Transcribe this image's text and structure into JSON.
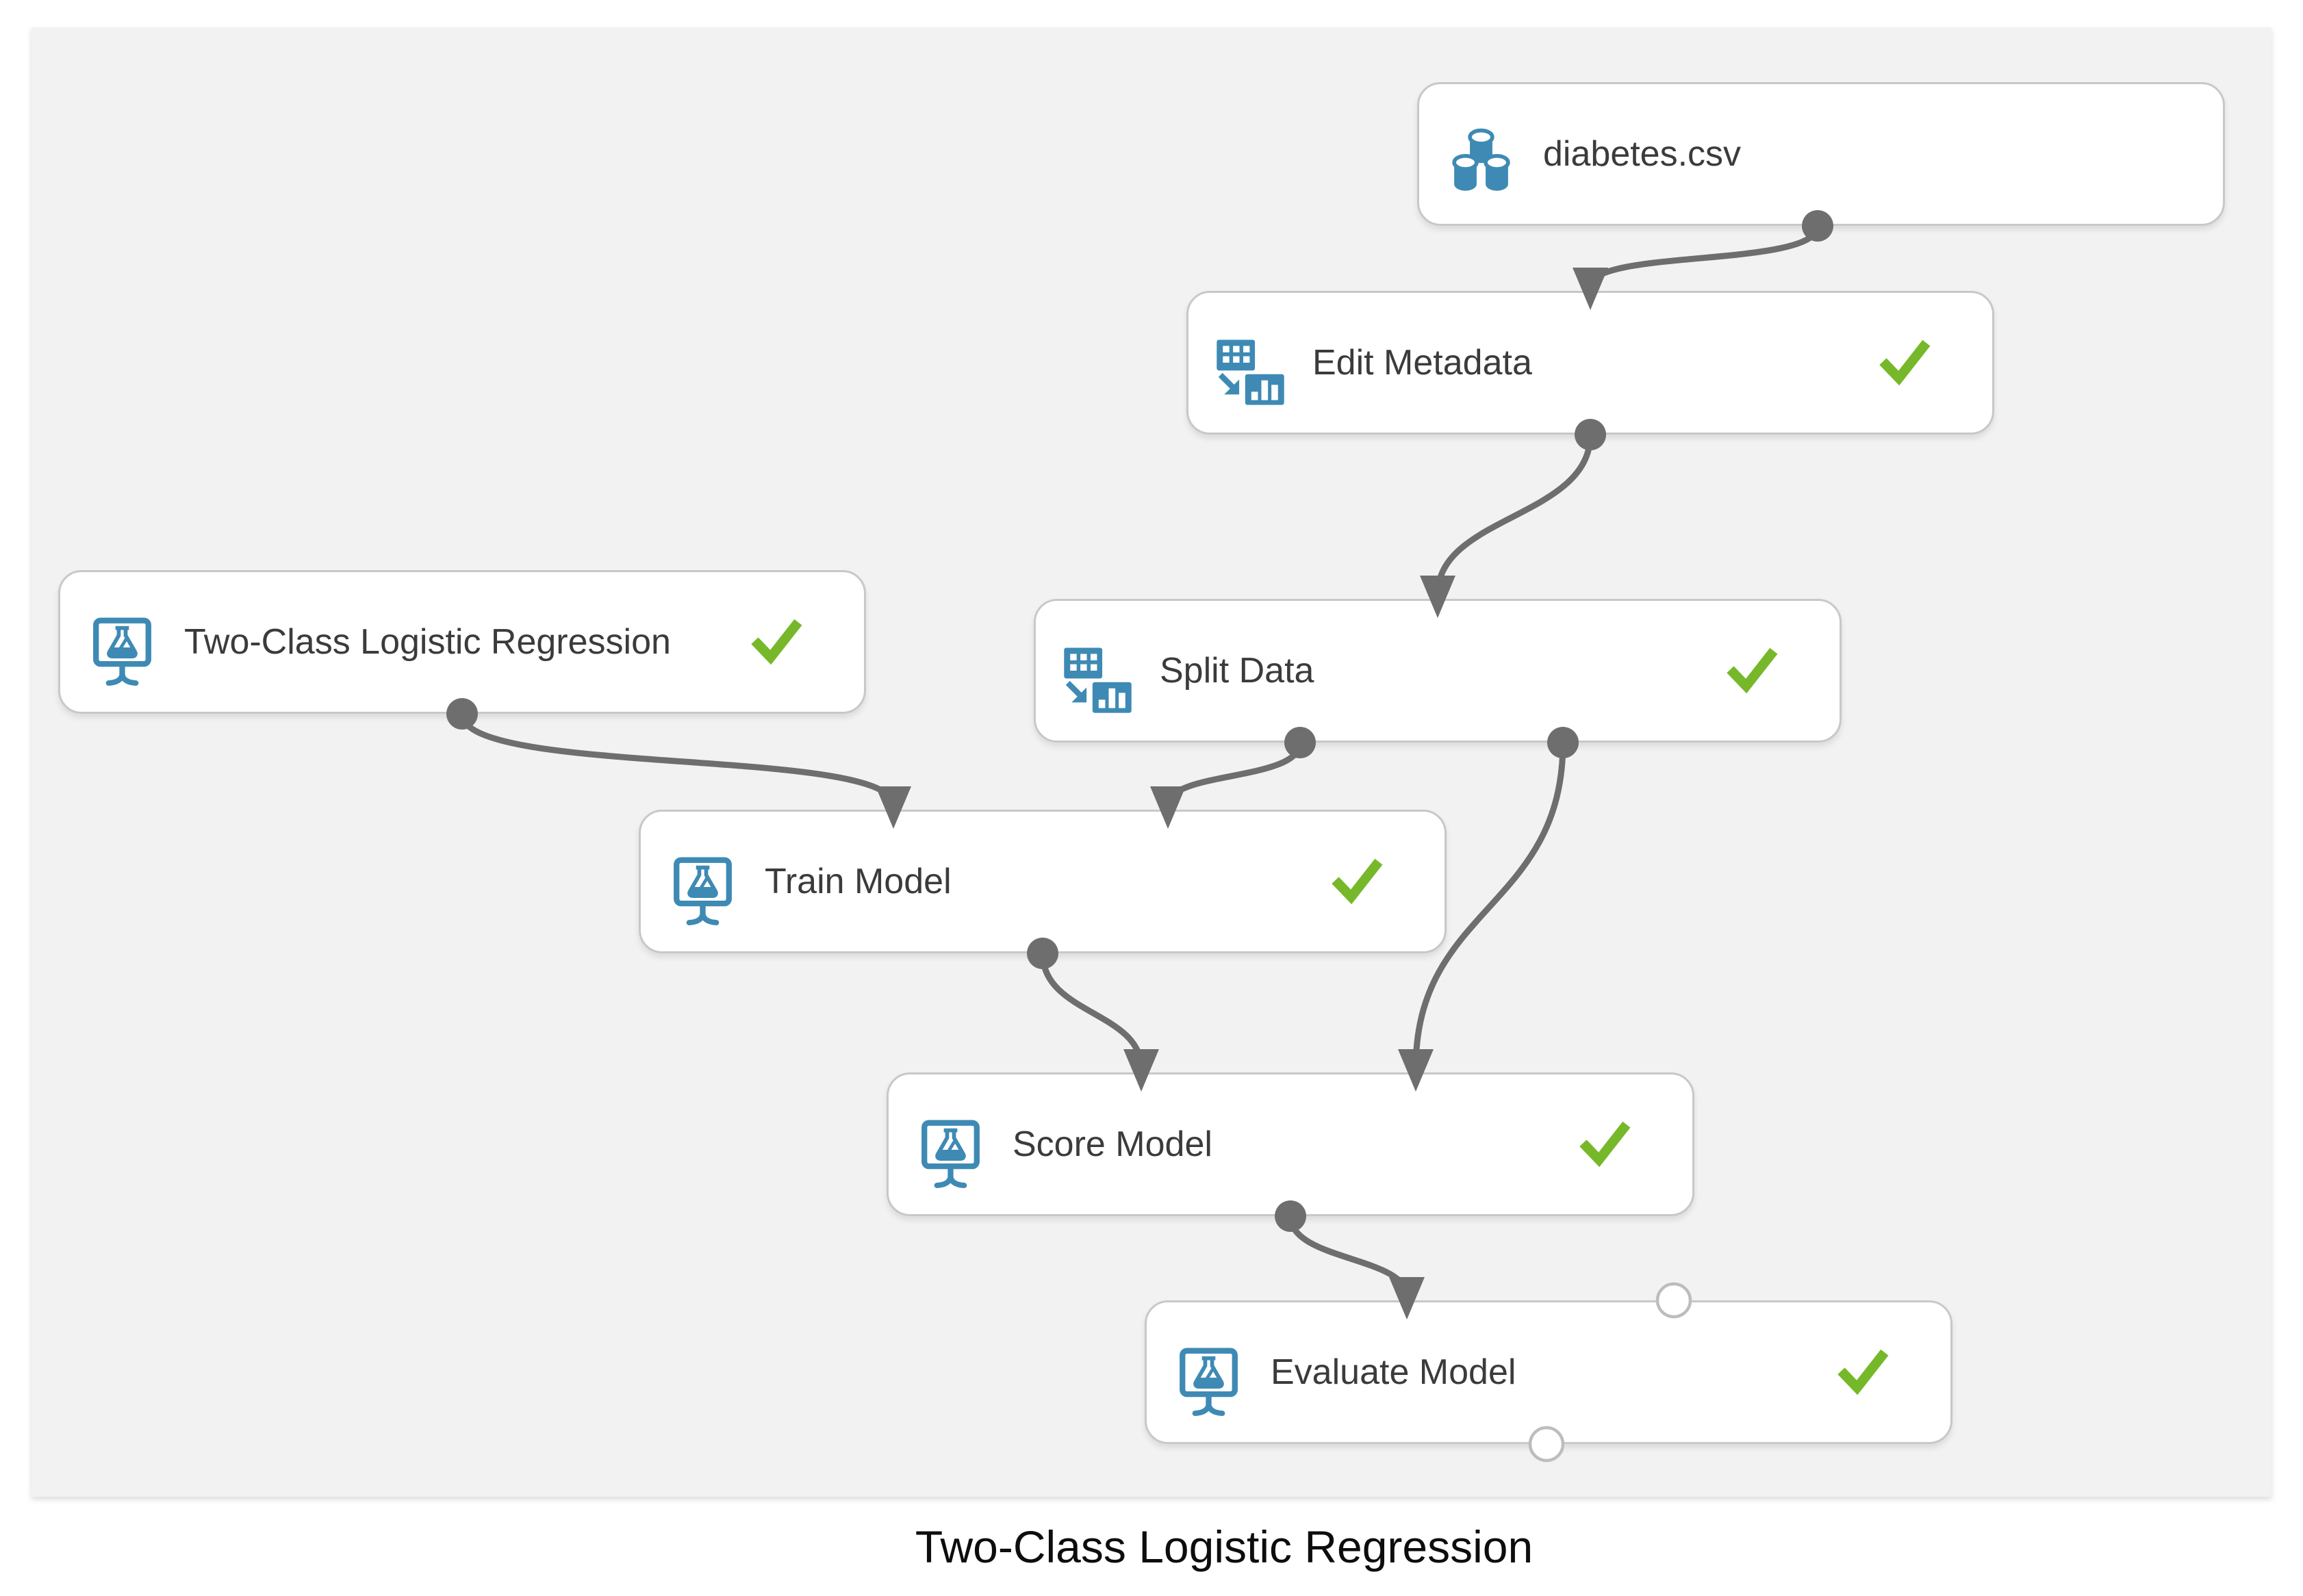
{
  "diagram": {
    "caption": "Two-Class Logistic Regression",
    "nodes": [
      {
        "label": "diabetes.csv",
        "icon": "dataset-cylinders-icon",
        "status": "none"
      },
      {
        "label": "Edit Metadata",
        "icon": "table-transform-icon",
        "status": "completed"
      },
      {
        "label": "Two-Class Logistic Regression",
        "icon": "experiment-screen-icon",
        "status": "completed"
      },
      {
        "label": "Split Data",
        "icon": "table-transform-icon",
        "status": "completed"
      },
      {
        "label": "Train Model",
        "icon": "experiment-screen-icon",
        "status": "completed"
      },
      {
        "label": "Score Model",
        "icon": "experiment-screen-icon",
        "status": "completed"
      },
      {
        "label": "Evaluate Model",
        "icon": "experiment-screen-icon",
        "status": "completed"
      }
    ],
    "connections": [
      {
        "from": "diabetes.csv",
        "from_port": 1,
        "to": "Edit Metadata",
        "to_port": 1
      },
      {
        "from": "Edit Metadata",
        "from_port": 1,
        "to": "Split Data",
        "to_port": 1
      },
      {
        "from": "Two-Class Logistic Regression",
        "from_port": 1,
        "to": "Train Model",
        "to_port": 1
      },
      {
        "from": "Split Data",
        "from_port": 1,
        "to": "Train Model",
        "to_port": 2
      },
      {
        "from": "Split Data",
        "from_port": 2,
        "to": "Score Model",
        "to_port": 2
      },
      {
        "from": "Train Model",
        "from_port": 1,
        "to": "Score Model",
        "to_port": 1
      },
      {
        "from": "Score Model",
        "from_port": 1,
        "to": "Evaluate Model",
        "to_port": 1
      }
    ],
    "unconnected_ports": [
      {
        "node": "Evaluate Model",
        "port": "input-2"
      },
      {
        "node": "Evaluate Model",
        "port": "output-1"
      }
    ],
    "colors": {
      "canvas": "#f2f2f3",
      "node_border": "#c8c8c8",
      "icon_blue": "#3e8ab4",
      "check_green": "#76b82a",
      "connector_gray": "#6e6e6e",
      "label_text": "#3b3b3b",
      "caption_text": "#0d0d0d"
    }
  }
}
